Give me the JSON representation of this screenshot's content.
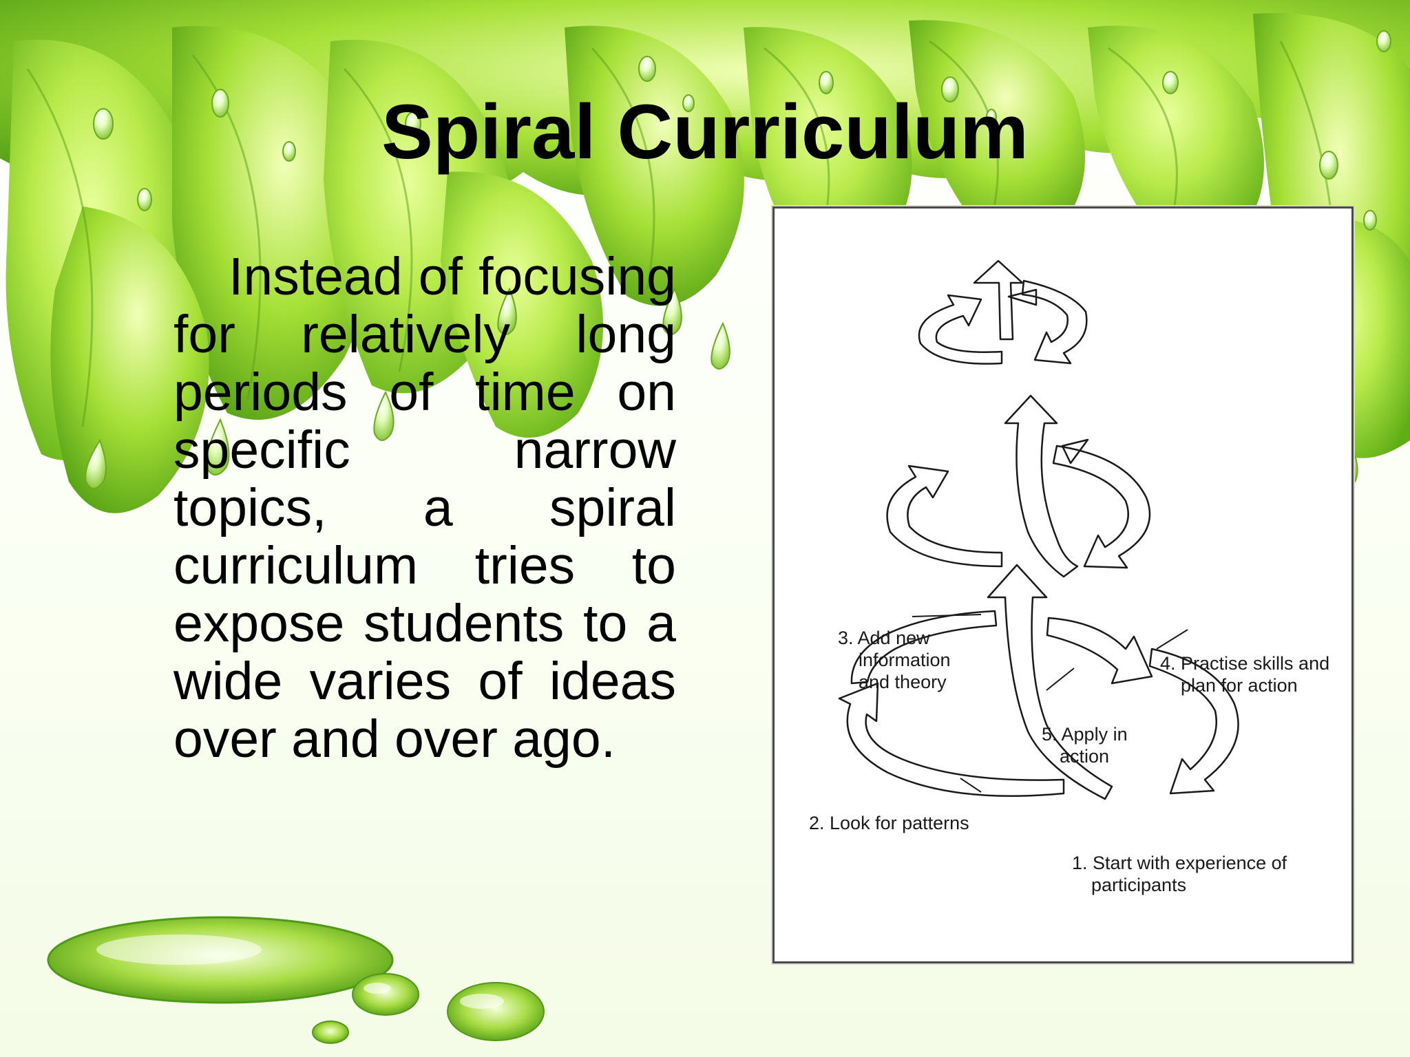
{
  "slide": {
    "title": "Spiral Curriculum",
    "body": "Instead of focusing for relatively long periods of time on specific narrow topics, a spiral curriculum tries to expose students to a wide varies of ideas over and over ago."
  },
  "diagram": {
    "labels": {
      "step3_line1": "3. Add new",
      "step3_line2": "information",
      "step3_line3": "and theory",
      "step4_line1": "4. Practise skills and",
      "step4_line2": "plan for action",
      "step5_line1": "5. Apply in",
      "step5_line2": "action",
      "step2": "2. Look for patterns",
      "step1_line1": "1. Start with experience of",
      "step1_line2": "participants"
    }
  },
  "colors": {
    "leaf_light": "#c8f06a",
    "leaf_mid": "#9ad82e",
    "leaf_dark": "#5aa81a",
    "title_text": "#000000",
    "body_text": "#000000"
  }
}
